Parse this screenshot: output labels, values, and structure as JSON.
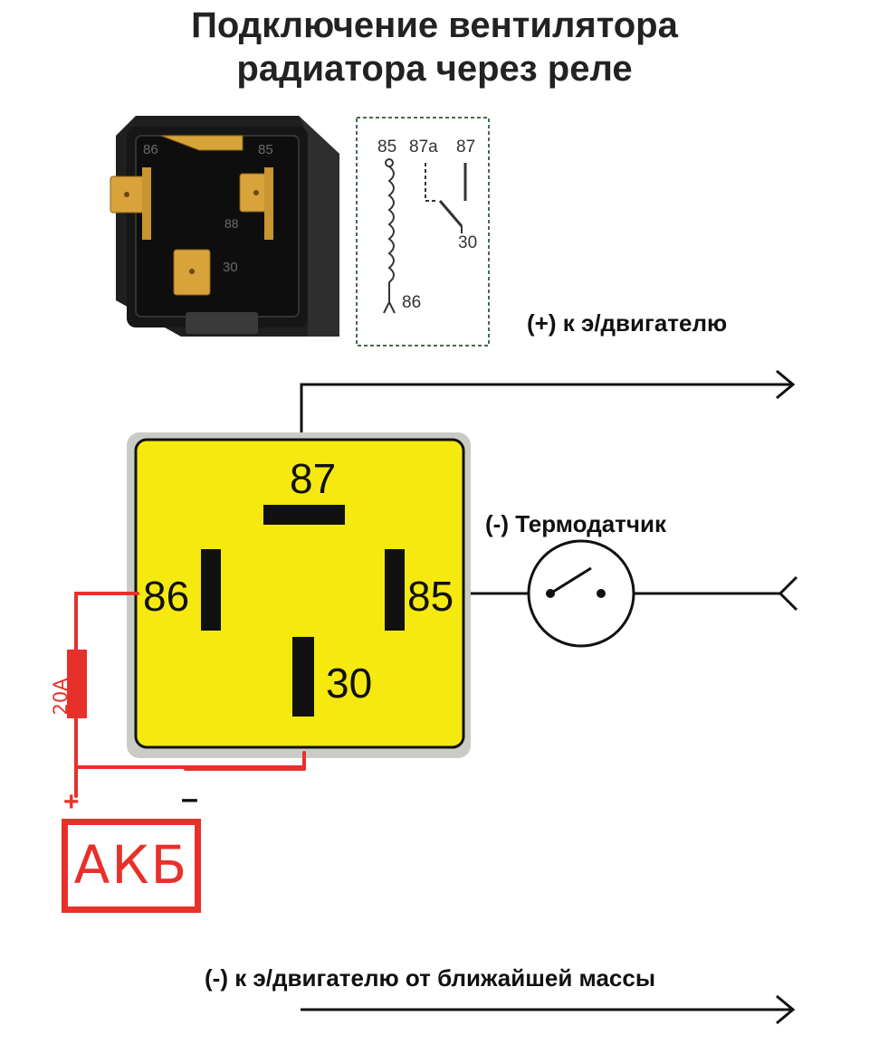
{
  "title": {
    "line1": "Подключение вентилятора",
    "line2": "радиатора через реле"
  },
  "relay_schematic": {
    "pins_top": [
      "85",
      "87a",
      "87"
    ],
    "pin_30": "30",
    "pin_86": "86"
  },
  "relay_photo": {
    "label_85": "85",
    "label_86": "86",
    "label_88": "88",
    "label_30": "30"
  },
  "labels": {
    "plus_motor": "(+) к э/двигателю",
    "thermo": "(-) Термодатчик",
    "minus_motor": "(-) к э/двигателю от ближайшей массы"
  },
  "relay_pins": {
    "p87": "87",
    "p86": "86",
    "p85": "85",
    "p30": "30"
  },
  "fuse": "20A",
  "battery": {
    "label": "АКБ",
    "plus": "+",
    "minus": "–"
  },
  "colors": {
    "relay_fill": "#f5e90f",
    "relay_border": "#c9ccc4",
    "wire": "#111111",
    "red_wire": "#e8302a"
  }
}
